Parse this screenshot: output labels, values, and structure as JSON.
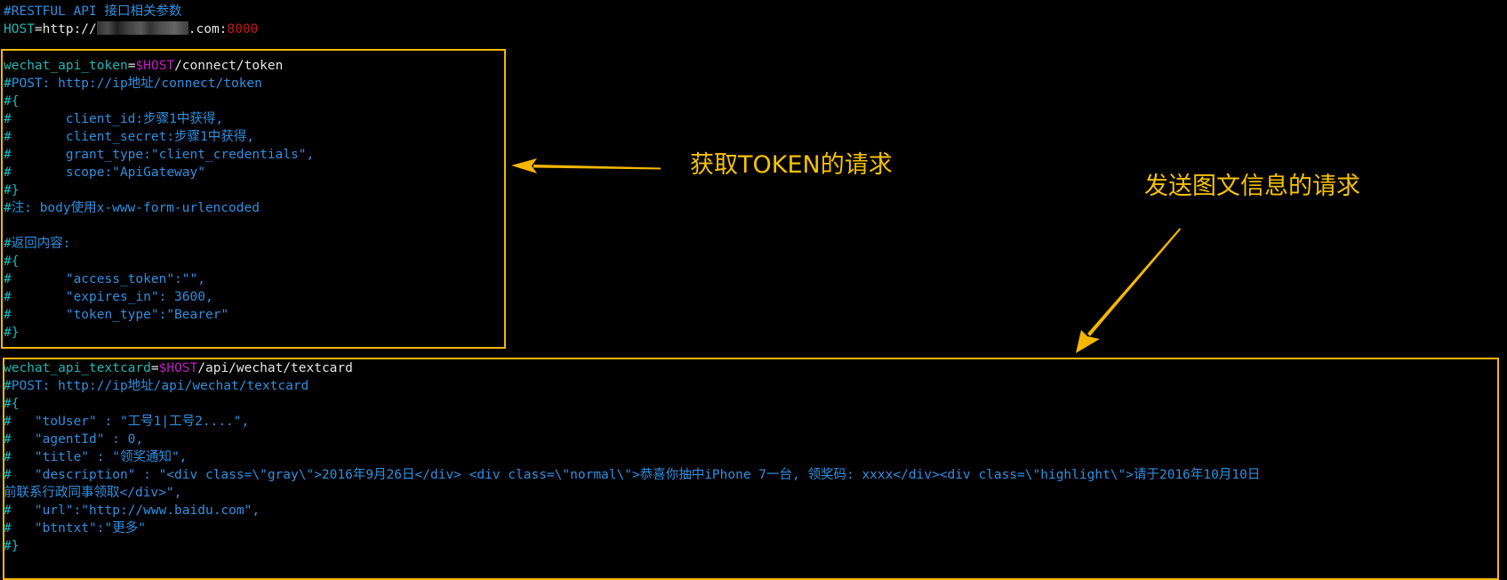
{
  "header": {
    "comment": "#RESTFUL API 接口相关参数",
    "host_var": "HOST",
    "host_eq": "=",
    "host_prefix": "http://",
    "host_suffix": ".com:",
    "host_port": "8000"
  },
  "token_block": {
    "var_name": "wechat_api_token",
    "eq": "=",
    "host_ref": "$HOST",
    "path": "/connect/token",
    "lines": [
      {
        "hash": "#",
        "text": "POST: http://ip地址/connect/token"
      },
      {
        "hash": "#{",
        "text": ""
      },
      {
        "hash": "#",
        "text": "       client_id:步骤1中获得,"
      },
      {
        "hash": "#",
        "text": "       client_secret:步骤1中获得,"
      },
      {
        "hash": "#",
        "text": "       grant_type:\"client_credentials\","
      },
      {
        "hash": "#",
        "text": "       scope:\"ApiGateway\""
      },
      {
        "hash": "#}",
        "text": ""
      },
      {
        "hash": "#",
        "text": "注: body使用x-www-form-urlencoded"
      },
      {
        "hash": "",
        "text": ""
      },
      {
        "hash": "#",
        "text": "返回内容:"
      },
      {
        "hash": "#{",
        "text": ""
      },
      {
        "hash": "#",
        "text": "       \"access_token\":\"\","
      },
      {
        "hash": "#",
        "text": "       \"expires_in\": 3600,"
      },
      {
        "hash": "#",
        "text": "       \"token_type\":\"Bearer\""
      },
      {
        "hash": "#}",
        "text": ""
      }
    ]
  },
  "textcard_block": {
    "var_name": "wechat_api_textcard",
    "eq": "=",
    "host_ref": "$HOST",
    "path": "/api/wechat/textcard",
    "lines": [
      {
        "hash": "#",
        "text": "POST: http://ip地址/api/wechat/textcard"
      },
      {
        "hash": "#{",
        "text": ""
      },
      {
        "hash": "#",
        "text": "   \"toUser\" : \"工号1|工号2....\","
      },
      {
        "hash": "#",
        "text": "   \"agentId\" : 0,"
      },
      {
        "hash": "#",
        "text": "   \"title\" : \"领奖通知\","
      },
      {
        "hash": "#",
        "text": "   \"description\" : \"<div class=\\\"gray\\\">2016年9月26日</div> <div class=\\\"normal\\\">恭喜你抽中iPhone 7一台, 领奖码: xxxx</div><div class=\\\"highlight\\\">请于2016年10月10日"
      },
      {
        "hash": "",
        "text": "前联系行政同事领取</div>\","
      },
      {
        "hash": "#",
        "text": "   \"url\":\"http://www.baidu.com\","
      },
      {
        "hash": "#",
        "text": "   \"btntxt\":\"更多\""
      },
      {
        "hash": "#}",
        "text": ""
      }
    ]
  },
  "annotations": {
    "token_label": "获取TOKEN的请求",
    "textcard_label": "发送图文信息的请求"
  },
  "colors": {
    "background": "#000000",
    "comment": "#2f8fe0",
    "hash_marker": "#17b8c8",
    "variable": "#23b5b0",
    "host_ref": "#c21cc2",
    "port": "#c01818",
    "highlight_box": "#f5b700",
    "annotation": "#f5c200"
  }
}
